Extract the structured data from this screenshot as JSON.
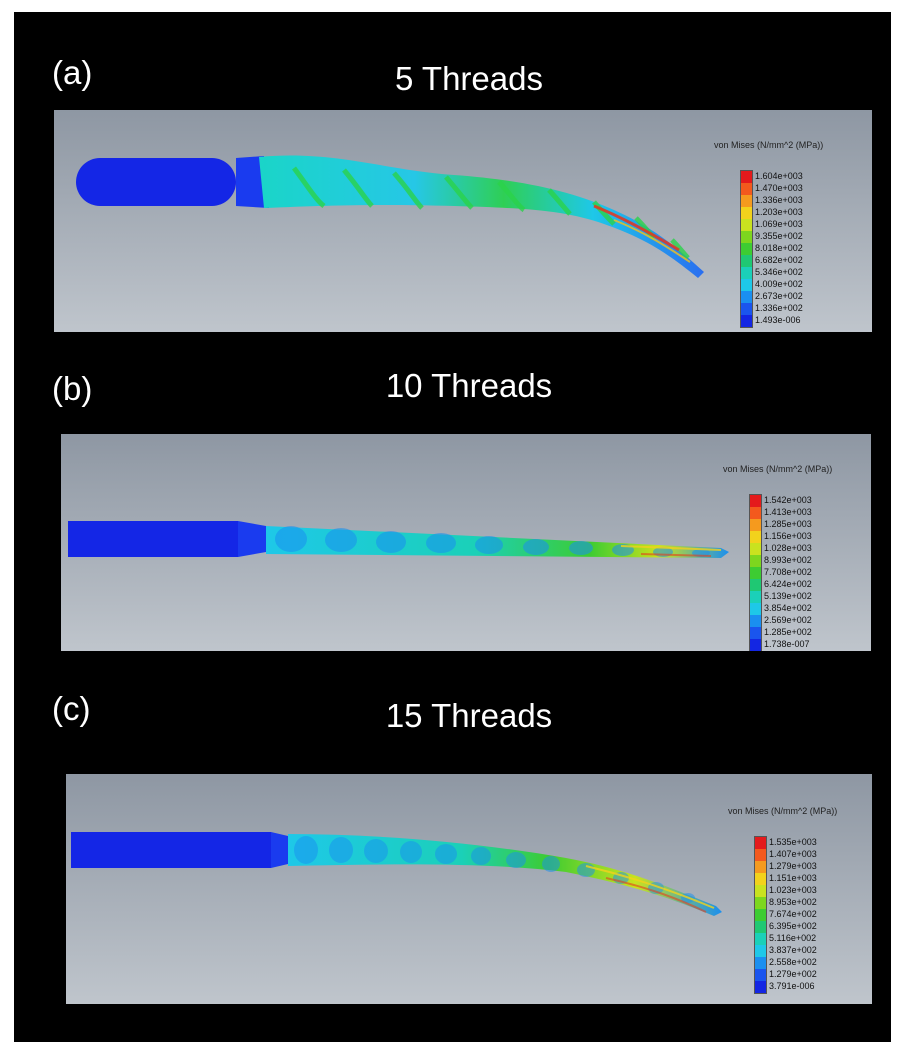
{
  "panels": [
    {
      "letter": "(a)",
      "title": "5 Threads",
      "legend_title": "von Mises (N/mm^2 (MPa))",
      "legend_values": [
        "1.604e+003",
        "1.470e+003",
        "1.336e+003",
        "1.203e+003",
        "1.069e+003",
        "9.355e+002",
        "8.018e+002",
        "6.682e+002",
        "5.346e+002",
        "4.009e+002",
        "2.673e+002",
        "1.336e+002",
        "1.493e-006"
      ]
    },
    {
      "letter": "(b)",
      "title": "10 Threads",
      "legend_title": "von Mises (N/mm^2 (MPa))",
      "legend_values": [
        "1.542e+003",
        "1.413e+003",
        "1.285e+003",
        "1.156e+003",
        "1.028e+003",
        "8.993e+002",
        "7.708e+002",
        "6.424e+002",
        "5.139e+002",
        "3.854e+002",
        "2.569e+002",
        "1.285e+002",
        "1.738e-007"
      ]
    },
    {
      "letter": "(c)",
      "title": "15 Threads",
      "legend_title": "von Mises (N/mm^2 (MPa))",
      "legend_values": [
        "1.535e+003",
        "1.407e+003",
        "1.279e+003",
        "1.151e+003",
        "1.023e+003",
        "8.953e+002",
        "7.674e+002",
        "6.395e+002",
        "5.116e+002",
        "3.837e+002",
        "2.558e+002",
        "1.279e+002",
        "3.791e-006"
      ]
    }
  ],
  "colors": {
    "frame": "#000000",
    "viewport_top": "#8e97a3",
    "viewport_bottom": "#bfc5cc",
    "shaft": "#1426e6",
    "scale": [
      "#e41a1c",
      "#f3591d",
      "#f59a1e",
      "#f2d21c",
      "#c9e21f",
      "#7dd61e",
      "#3dcc32",
      "#1fc873",
      "#1bd0b8",
      "#1ec8e8",
      "#1a8ff0",
      "#1a55ee",
      "#1326e3"
    ]
  }
}
